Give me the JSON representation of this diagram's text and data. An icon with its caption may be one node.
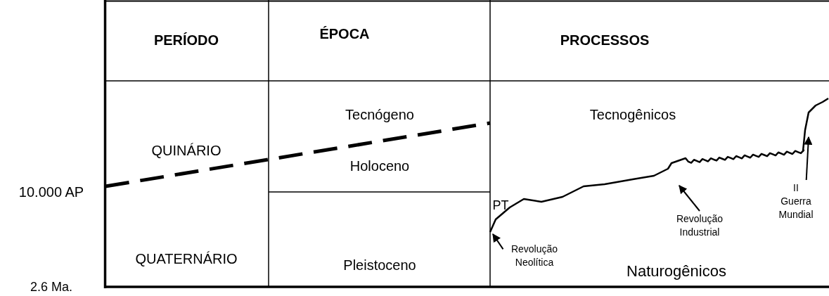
{
  "diagram": {
    "nodes": [
      {
        "text": [
          "Revolução Neolítica"
        ]
      },
      {
        "text": [
          "Revolução Industrial"
        ]
      },
      {
        "text": [
          "II Guerra Mundial"
        ]
      }
    ],
    "edges": [
      {
        "from": 0,
        "to": null,
        "arrow": "to"
      },
      {
        "from": 1,
        "to": null,
        "arrow": "to"
      },
      {
        "from": 2,
        "to": null,
        "arrow": "to"
      }
    ],
    "labels": [
      "PERÍODO",
      "ÉPOCA",
      "PROCESSOS",
      "QUINÁRIO",
      "Tecnógeno",
      "Tecnogênicos",
      "Holoceno",
      "10.000 AP",
      "PT",
      "QUATERNÁRIO",
      "Pleistoceno",
      "Naturogênicos",
      "2.6 Ma."
    ]
  }
}
